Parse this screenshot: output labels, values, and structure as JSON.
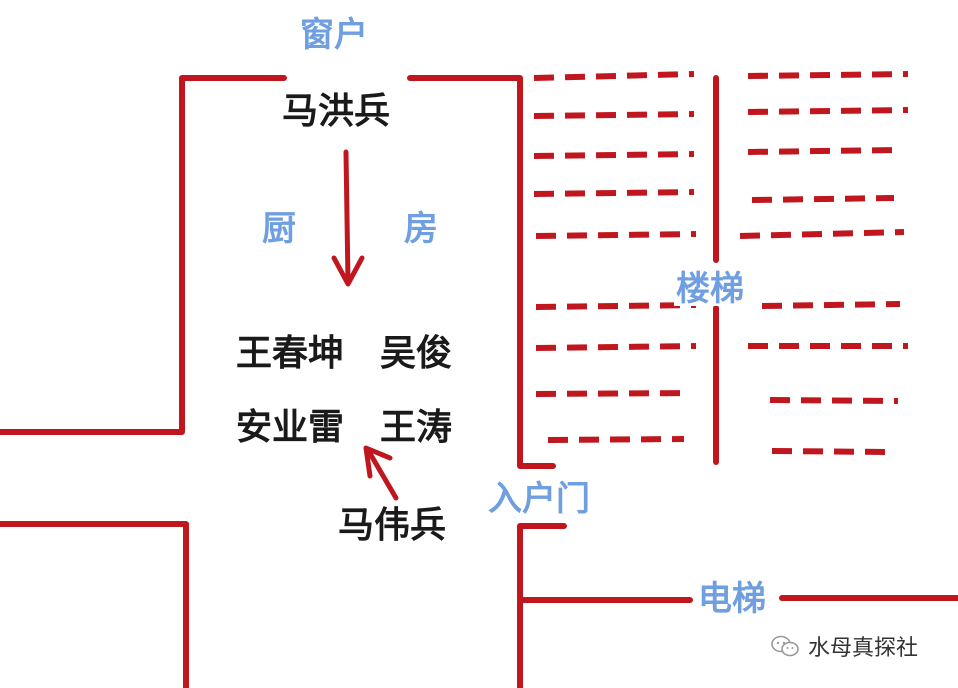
{
  "labels": {
    "window": "窗户",
    "kitchen_left": "厨",
    "kitchen_right": "房",
    "stairs": "楼梯",
    "entrance_door": "入户门",
    "elevator": "电梯"
  },
  "people": {
    "top": "马洪兵",
    "row1_left": "王春坤",
    "row1_right": "吴俊",
    "row2_left": "安业雷",
    "row2_right": "王涛",
    "bottom": "马伟兵"
  },
  "watermark": {
    "text": "水母真探社",
    "icon": "wechat-icon"
  },
  "colors": {
    "wall": "#c0171f",
    "label": "#6f9fe0",
    "text": "#1a1a1a"
  }
}
